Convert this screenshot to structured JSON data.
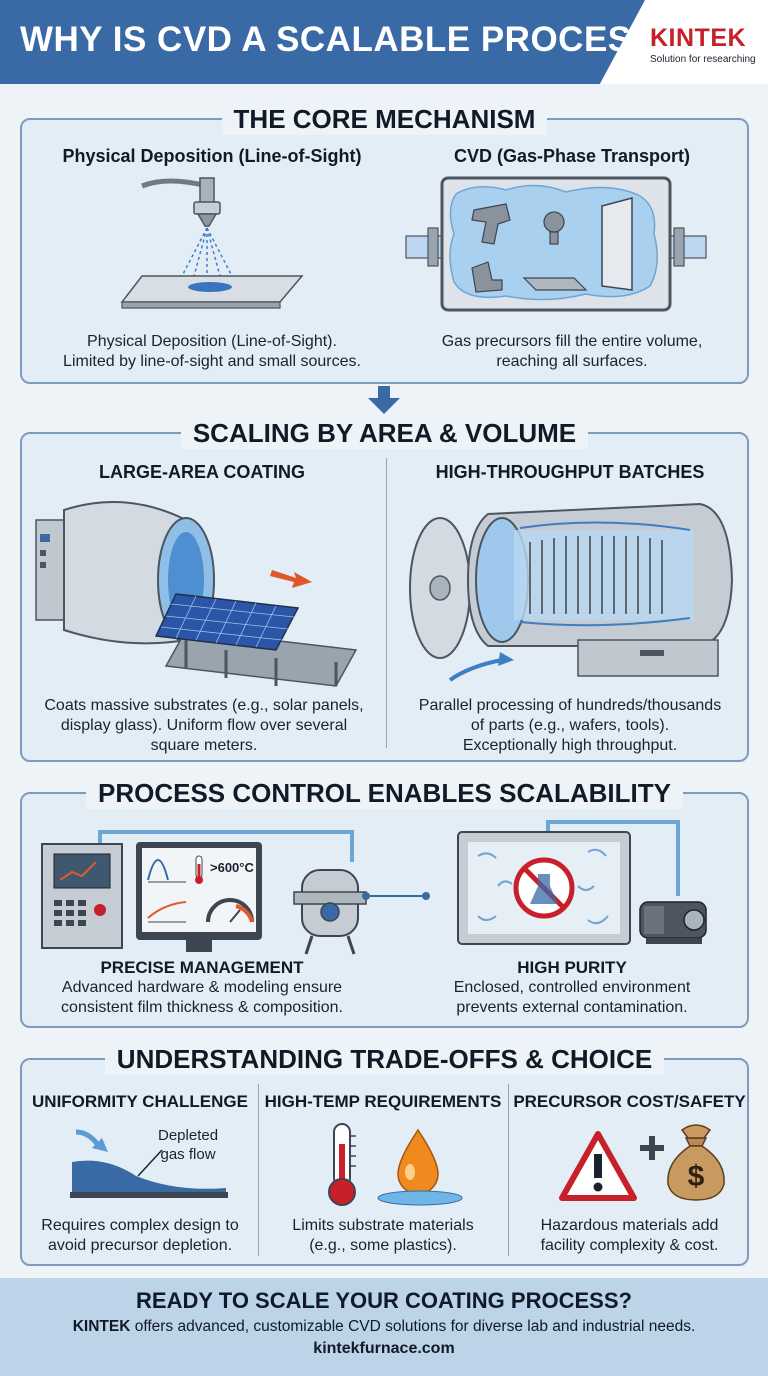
{
  "header": {
    "title": "WHY IS CVD A SCALABLE PROCESS?",
    "logo_name": "KINTEK",
    "logo_tagline": "Solution for researching"
  },
  "core": {
    "title": "THE CORE MECHANISM",
    "left_title": "Physical Deposition (Line-of-Sight)",
    "left_caption_1": "Physical Deposition (Line-of-Sight).",
    "left_caption_2": "Limited by line-of-sight and small sources.",
    "right_title": "CVD (Gas-Phase Transport)",
    "right_caption_1": "Gas precursors fill the entire volume,",
    "right_caption_2": "reaching all surfaces."
  },
  "scaling": {
    "title": "SCALING BY AREA & VOLUME",
    "left_title": "LARGE-AREA COATING",
    "left_caption_1": "Coats massive substrates (e.g., solar panels,",
    "left_caption_2": "display glass). Uniform flow over several",
    "left_caption_3": "square meters.",
    "right_title": "HIGH-THROUGHPUT BATCHES",
    "right_caption_1": "Parallel processing of hundreds/thousands",
    "right_caption_2": "of parts (e.g., wafers, tools).",
    "right_caption_3": "Exceptionally high throughput."
  },
  "control": {
    "title": "PROCESS CONTROL ENABLES SCALABILITY",
    "monitor_temp": ">600°C",
    "left_title": "PRECISE MANAGEMENT",
    "left_caption_1": "Advanced hardware & modeling ensure",
    "left_caption_2": "consistent film thickness & composition.",
    "right_title": "HIGH PURITY",
    "right_caption_1": "Enclosed, controlled environment",
    "right_caption_2": "prevents external contamination."
  },
  "tradeoffs": {
    "title": "UNDERSTANDING TRADE-OFFS & CHOICE",
    "c1_title": "UNIFORMITY CHALLENGE",
    "c1_label_1": "Depleted",
    "c1_label_2": "gas flow",
    "c1_caption_1": "Requires complex design to",
    "c1_caption_2": "avoid precursor depletion.",
    "c2_title": "HIGH-TEMP REQUIREMENTS",
    "c2_caption_1": "Limits substrate materials",
    "c2_caption_2": "(e.g., some plastics).",
    "c3_title": "PRECURSOR COST/SAFETY",
    "c3_caption_1": "Hazardous materials add",
    "c3_caption_2": "facility complexity & cost."
  },
  "footer": {
    "title": "READY TO SCALE YOUR COATING PROCESS?",
    "brand": "KINTEK",
    "text": " offers advanced, customizable CVD solutions for diverse lab and industrial needs.",
    "url": "kintekfurnace.com"
  },
  "colors": {
    "header_band": "#3a6aa6",
    "brand_red": "#c8202a",
    "panel_border": "#7d9bbd",
    "panel_fill": "#e3edf6",
    "footer_fill": "#bcd3e8"
  }
}
